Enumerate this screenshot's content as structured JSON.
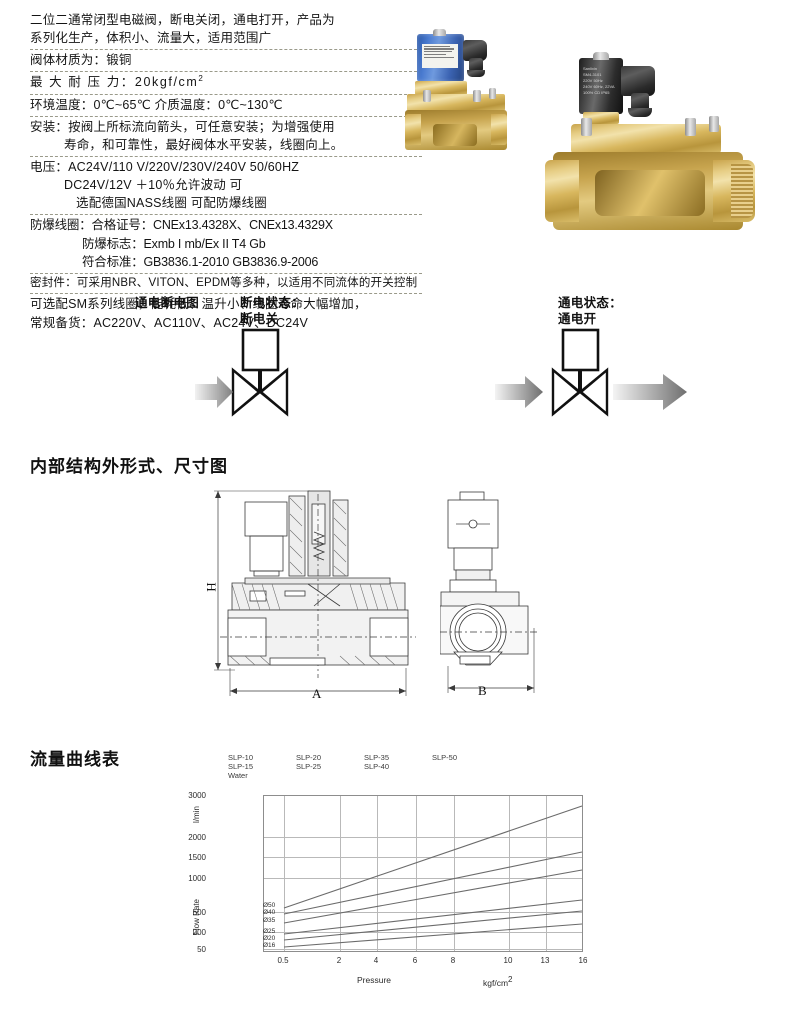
{
  "spec": {
    "rows": [
      {
        "lines": [
          "二位二通常闭型电磁阀，断电关闭，通电打开，产品为",
          "系列化生产，体积小、流量大，适用范围广"
        ]
      },
      {
        "lines": [
          "阀体材质为：锻铜"
        ]
      },
      {
        "lines": [
          "最 大 耐 压 力：20kgf/cm"
        ]
      },
      {
        "lines": [
          "环境温度：0℃~65℃      介质温度：0℃~130℃"
        ]
      },
      {
        "lines": [
          "安装：按阀上所标流向箭头，可任意安装；为增强使用",
          "寿命，和可靠性，最好阀体水平安装，线圈向上。"
        ]
      },
      {
        "lines": [
          "电压：AC24V/110 V/220V/230V/240V  50/60HZ",
          "DC24V/12V ＋10％允许波动 可",
          "选配德国NASS线圈   可配防爆线圈"
        ]
      },
      {
        "lines": [
          "防爆线圈：合格证号：CNEx13.4328X、CNEx13.4329X",
          "防爆标志：Exmb I mb/Ex II T4 Gb",
          "符合标准：GB3836.1-2010   GB3836.9-2006"
        ]
      },
      {
        "lines": [
          "密封件：可采用NBR、VITON、EPDM等多种，以适用不同流体的开关控制"
        ]
      },
      {
        "lines": [
          "可选配SM系列线圈，能耗低、温升小、线圈寿命大幅增加，",
          "常规备货：AC220V、AC110V、AC24V、DC24V"
        ]
      }
    ],
    "pressure_exponent": "2"
  },
  "photos": {
    "small_valve_name": "solenoid-valve-blue-coil-photo",
    "large_valve_name": "solenoid-valve-black-coil-photo",
    "brand": "Sanlixin",
    "coil_spec_lines": [
      "SM4-3101",
      "220V  50Hz",
      "240V 60Hz, 22VA",
      "100% CD  IP65"
    ]
  },
  "energize": {
    "section_label": "通电断电图",
    "deenergized": {
      "title": "断电状态：",
      "subtitle": "断电关"
    },
    "energized": {
      "title": "通电状态：",
      "subtitle": "通电开"
    }
  },
  "structure": {
    "heading": "内部结构外形式、尺寸图",
    "dim_height": "H",
    "dim_a": "A",
    "dim_b": "B"
  },
  "flow_section": {
    "heading": "流量曲线表"
  },
  "chart_data": {
    "type": "line",
    "title": "流量曲线表",
    "xlabel": "Pressure",
    "xunit": "kgf/cm",
    "xunit_exp": "2",
    "ylabel": "Flow Rate",
    "yunit": "l/min",
    "medium": "Water",
    "xticks": [
      "0.5",
      "2",
      "4",
      "6",
      "8",
      "10",
      "13",
      "16"
    ],
    "xtick_values": [
      0.5,
      2,
      4,
      6,
      8,
      10,
      13,
      16
    ],
    "yticks": [
      "3000",
      "2000",
      "1500",
      "1000",
      "500",
      "200",
      "50"
    ],
    "ytick_values": [
      3000,
      2000,
      1500,
      1000,
      500,
      200,
      50
    ],
    "grid": true,
    "legend_position": "top",
    "legend": [
      "SLP-10",
      "SLP-20",
      "SLP-35",
      "SLP-50",
      "SLP-15",
      "SLP-25",
      "SLP-40"
    ],
    "legend_rows": [
      [
        "SLP-10",
        "SLP-20",
        "SLP-35",
        "SLP-50"
      ],
      [
        "SLP-15",
        "SLP-25",
        "SLP-40",
        ""
      ],
      [
        "Water",
        "",
        "",
        ""
      ]
    ],
    "series": [
      {
        "name": "Ø50",
        "x": [
          0.5,
          16
        ],
        "values": [
          480,
          2800
        ]
      },
      {
        "name": "Ø40",
        "x": [
          0.5,
          16
        ],
        "values": [
          420,
          1450
        ]
      },
      {
        "name": "Ø35",
        "x": [
          0.5,
          16
        ],
        "values": [
          330,
          1150
        ]
      },
      {
        "name": "Ø25",
        "x": [
          0.5,
          16
        ],
        "values": [
          185,
          530
        ]
      },
      {
        "name": "Ø20",
        "x": [
          0.5,
          16
        ],
        "values": [
          135,
          440
        ]
      },
      {
        "name": "Ø16",
        "x": [
          0.5,
          16
        ],
        "values": [
          92,
          330
        ]
      }
    ]
  }
}
